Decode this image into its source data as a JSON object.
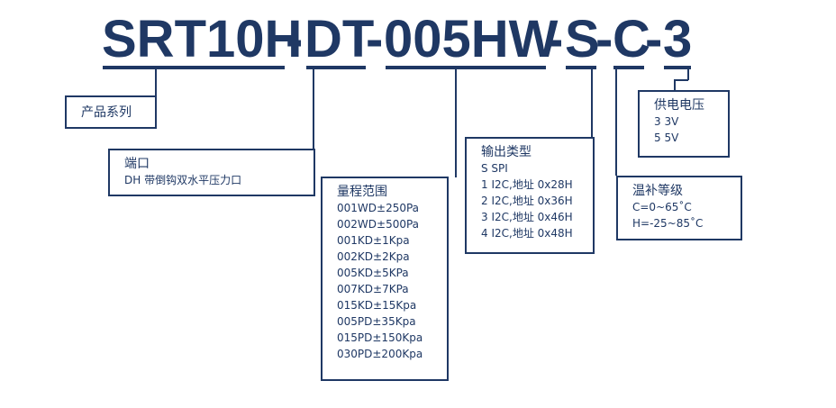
{
  "model": {
    "segments": [
      "SRT10H",
      "DT",
      "005HW",
      "S",
      "C",
      "3"
    ],
    "separator": "-"
  },
  "boxes": {
    "series": {
      "title": "产品系列",
      "rows": []
    },
    "port": {
      "title": "端口",
      "rows": [
        "DH  带倒钩双水平压力口"
      ]
    },
    "range": {
      "title": "量程范围",
      "rows": [
        "001WD±250Pa",
        "002WD±500Pa",
        "001KD±1Kpa",
        "002KD±2Kpa",
        "005KD±5KPa",
        "007KD±7KPa",
        "015KD±15Kpa",
        "005PD±35Kpa",
        "015PD±150Kpa",
        "030PD±200Kpa"
      ]
    },
    "output": {
      "title": "输出类型",
      "rows": [
        "S    SPI",
        "1 I2C,地址 0x28H",
        "2 I2C,地址 0x36H",
        "3 I2C,地址 0x46H",
        "4 I2C,地址 0x48H"
      ]
    },
    "voltage": {
      "title": "供电电压",
      "rows": [
        "3    3V",
        "5    5V"
      ]
    },
    "temp": {
      "title": "温补等级",
      "rows": [
        "C=0~65˚C",
        "H=-25~85˚C"
      ]
    }
  },
  "colors": {
    "primary": "#1f3864",
    "background": "#ffffff"
  }
}
